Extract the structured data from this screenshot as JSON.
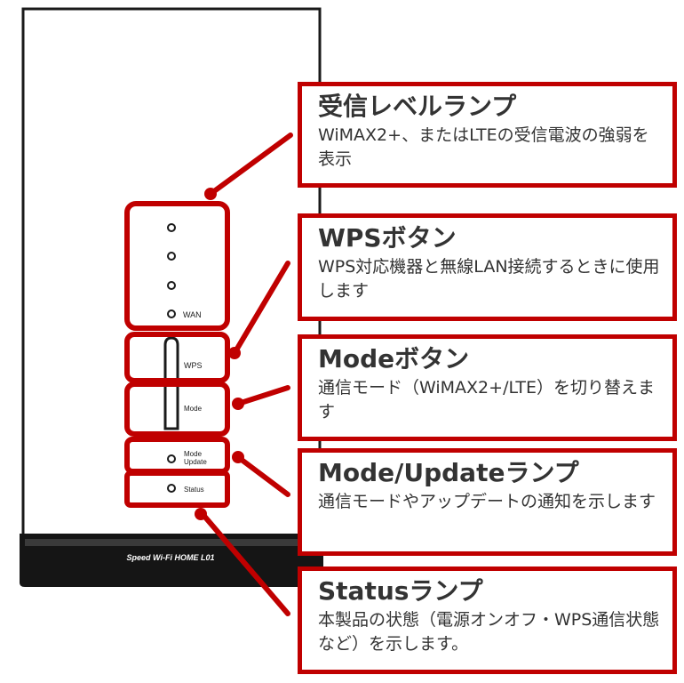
{
  "device": {
    "model_label": "Speed Wi-Fi HOME L01",
    "wan_label": "WAN",
    "wps_label": "WPS",
    "mode_label": "Mode",
    "mode_update_label_line1": "Mode",
    "mode_update_label_line2": "Update",
    "status_label": "Status"
  },
  "callouts": [
    {
      "id": "signal",
      "title": "受信レベルランプ",
      "desc": "WiMAX2+、またはLTEの受信電波の強弱を表示"
    },
    {
      "id": "wps",
      "title": "WPSボタン",
      "desc": "WPS対応機器と無線LAN接続するときに使用します"
    },
    {
      "id": "mode",
      "title": "Modeボタン",
      "desc": "通信モード（WiMAX2+/LTE）を切り替えます"
    },
    {
      "id": "mode_update",
      "title": "Mode/Updateランプ",
      "desc": "通信モードやアップデートの通知を示します"
    },
    {
      "id": "status",
      "title": "Statusランプ",
      "desc": "本製品の状態（電源オンオフ・WPS通信状態など）を示します。"
    }
  ],
  "colors": {
    "accent": "#c00000",
    "device_outline": "#1a1a1a",
    "base_fill": "#151515",
    "text": "#333333"
  }
}
